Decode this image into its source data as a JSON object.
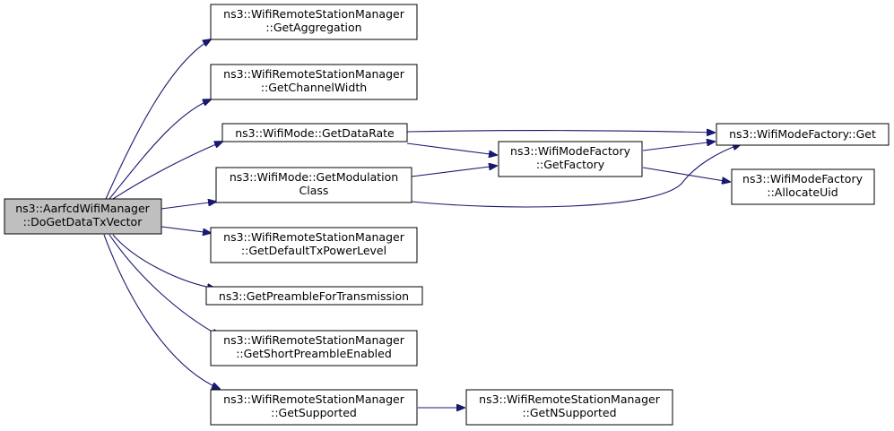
{
  "diagram": {
    "colors": {
      "edge": "#191970",
      "root_fill": "#bfbfbf",
      "node_fill": "#ffffff",
      "node_border": "#000000"
    },
    "nodes": [
      {
        "id": "root",
        "lines": [
          "ns3::AarfcdWifiManager",
          "::DoGetDataTxVector"
        ],
        "root": true
      },
      {
        "id": "getAggregation",
        "lines": [
          "ns3::WifiRemoteStationManager",
          "::GetAggregation"
        ]
      },
      {
        "id": "getChannelWidth",
        "lines": [
          "ns3::WifiRemoteStationManager",
          "::GetChannelWidth"
        ]
      },
      {
        "id": "getDataRate",
        "lines": [
          "ns3::WifiMode::GetDataRate"
        ]
      },
      {
        "id": "getModulationClass",
        "lines": [
          "ns3::WifiMode::GetModulation",
          "Class"
        ]
      },
      {
        "id": "getDefaultTxPowerLevel",
        "lines": [
          "ns3::WifiRemoteStationManager",
          "::GetDefaultTxPowerLevel"
        ]
      },
      {
        "id": "getPreambleForTransmission",
        "lines": [
          "ns3::GetPreambleForTransmission"
        ]
      },
      {
        "id": "getShortPreambleEnabled",
        "lines": [
          "ns3::WifiRemoteStationManager",
          "::GetShortPreambleEnabled"
        ]
      },
      {
        "id": "getSupported",
        "lines": [
          "ns3::WifiRemoteStationManager",
          "::GetSupported"
        ]
      },
      {
        "id": "getFactory",
        "lines": [
          "ns3::WifiModeFactory",
          "::GetFactory"
        ]
      },
      {
        "id": "factoryGet",
        "lines": [
          "ns3::WifiModeFactory::Get"
        ]
      },
      {
        "id": "allocateUid",
        "lines": [
          "ns3::WifiModeFactory",
          "::AllocateUid"
        ]
      },
      {
        "id": "getNSupported",
        "lines": [
          "ns3::WifiRemoteStationManager",
          "::GetNSupported"
        ]
      }
    ],
    "edges": [
      {
        "from": "root",
        "to": "getAggregation"
      },
      {
        "from": "root",
        "to": "getChannelWidth"
      },
      {
        "from": "root",
        "to": "getDataRate"
      },
      {
        "from": "root",
        "to": "getModulationClass"
      },
      {
        "from": "root",
        "to": "getDefaultTxPowerLevel"
      },
      {
        "from": "root",
        "to": "getPreambleForTransmission"
      },
      {
        "from": "root",
        "to": "getShortPreambleEnabled"
      },
      {
        "from": "root",
        "to": "getSupported"
      },
      {
        "from": "getDataRate",
        "to": "factoryGet"
      },
      {
        "from": "getDataRate",
        "to": "getFactory"
      },
      {
        "from": "getModulationClass",
        "to": "getFactory"
      },
      {
        "from": "getModulationClass",
        "to": "factoryGet"
      },
      {
        "from": "getFactory",
        "to": "factoryGet"
      },
      {
        "from": "getFactory",
        "to": "allocateUid"
      },
      {
        "from": "getSupported",
        "to": "getNSupported"
      }
    ]
  }
}
